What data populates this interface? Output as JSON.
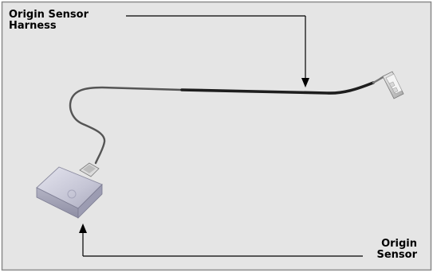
{
  "callouts": {
    "harness": {
      "line1": "Origin Sensor",
      "line2": "Harness"
    },
    "sensor": {
      "line1": "Origin",
      "line2": "Sensor"
    }
  },
  "colors": {
    "background": "#e5e5e5",
    "border": "#8a8a8a",
    "cable": "#3a3a3a",
    "sensor_body": "#c9c9d8",
    "leader_line": "#000000"
  }
}
